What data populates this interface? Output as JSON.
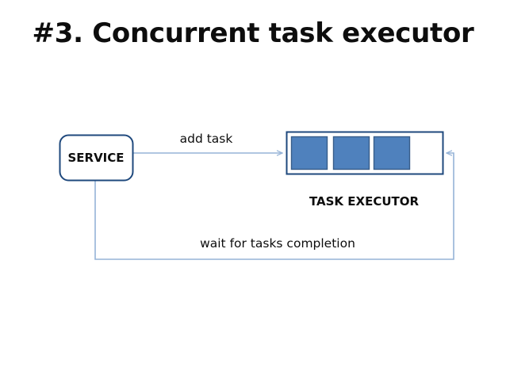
{
  "slide": {
    "title": "#3. Concurrent task executor",
    "background_color": "#ffffff",
    "title_color": "#0d0d0d"
  },
  "diagram": {
    "type": "flow-diagram",
    "nodes": [
      {
        "id": "service",
        "label": "SERVICE",
        "shape": "rounded-rectangle",
        "border_color": "#1F497D",
        "fill_color": "#ffffff",
        "text_color": "#0d0d0d"
      },
      {
        "id": "task-executor",
        "label": "TASK EXECUTOR",
        "shape": "rectangle",
        "border_color": "#1F497D",
        "fill_color": "#ffffff",
        "text_color": "#0d0d0d",
        "label_position": "below",
        "task_count": 3,
        "task_fill_color": "#4F81BD",
        "task_border_color": "#385D8A"
      }
    ],
    "connectors": [
      {
        "id": "add-task",
        "label": "add task",
        "from": "service",
        "to": "task-executor",
        "direction": "right",
        "color": "#95B3D7",
        "arrowhead": "end"
      },
      {
        "id": "wait-for-tasks-completion",
        "label": "wait for tasks completion",
        "from": "service",
        "to": "task-executor",
        "direction": "feedback-loop",
        "color": "#95B3D7",
        "arrowhead": "end"
      }
    ]
  }
}
